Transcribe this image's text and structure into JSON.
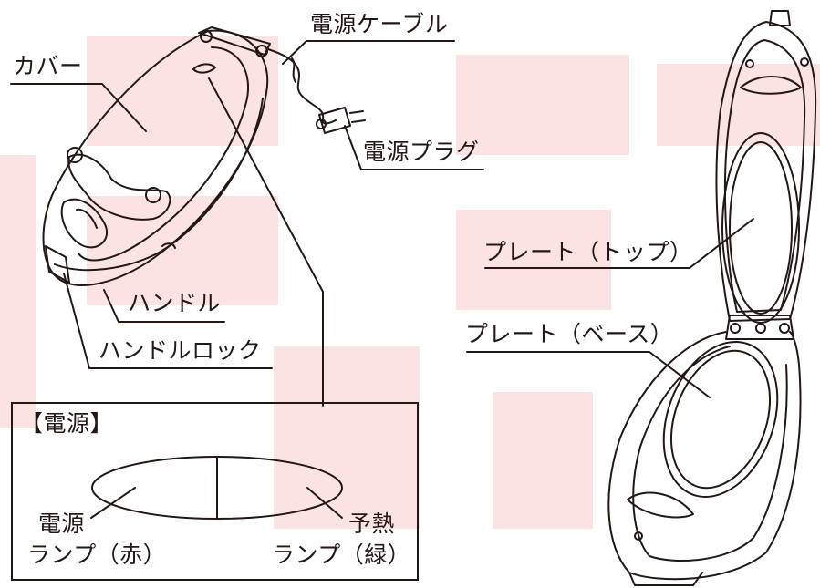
{
  "colors": {
    "line": "#231815",
    "watermark": "#fbe3e4"
  },
  "left_unit": {
    "labels": {
      "power_cable": "電源ケーブル",
      "cover": "カバー",
      "power_plug": "電源プラグ",
      "handle": "ハンドル",
      "handle_lock": "ハンドルロック"
    }
  },
  "power_panel": {
    "title": "【電源】",
    "power_lamp_line1": "電源",
    "power_lamp_line2": "ランプ（赤）",
    "preheat_lamp_line1": "予熱",
    "preheat_lamp_line2": "ランプ（緑）"
  },
  "right_unit": {
    "labels": {
      "plate_top": "プレート（トップ）",
      "plate_base": "プレート（ベース）"
    }
  }
}
